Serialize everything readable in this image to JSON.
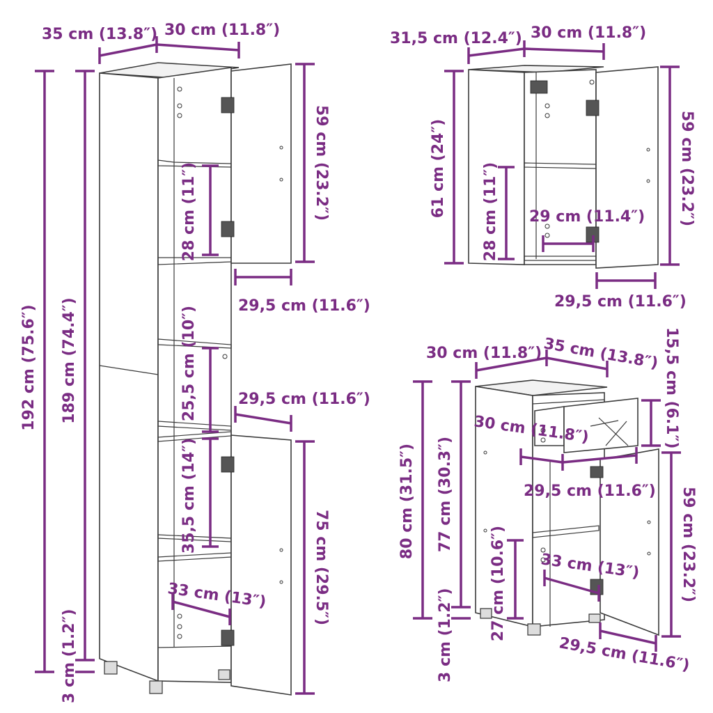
{
  "tall_cabinet": {
    "depth_label": "35 cm (13.8″)",
    "width_label": "30 cm (11.8″)",
    "total_height_label": "192 cm (75.6″)",
    "body_height_label": "189 cm (74.4″)",
    "leg_height_label": "3 cm (1.2″)",
    "upper_door_height_label": "59 cm (23.2″)",
    "upper_door_width_label": "29,5 cm (11.6″)",
    "upper_shelf_gap_label": "28 cm (11″)",
    "middle_gap_label": "25,5 cm (10″)",
    "middle_door_width_label": "29,5 cm (11.6″)",
    "lower_gap_label": "35,5 cm (14″)",
    "lower_door_height_label": "75 cm (29.5″)",
    "inner_width_label": "33 cm (13″)"
  },
  "wall_cabinet": {
    "depth_label": "31,5 cm (12.4″)",
    "width_label": "30 cm (11.8″)",
    "height_label": "61 cm (24″)",
    "shelf_gap_label": "28 cm (11″)",
    "inner_width_label": "29 cm (11.4″)",
    "door_height_label": "59 cm (23.2″)",
    "door_width_label": "29,5 cm (11.6″)"
  },
  "drawer_cabinet": {
    "width_label": "30 cm (11.8″)",
    "depth_label": "35 cm (13.8″)",
    "drawer_height_label": "15,5 cm (6.1″)",
    "drawer_width_label": "30 cm (11.8″)",
    "drawer_front_width_label": "29,5 cm (11.6″)",
    "total_height_label": "80 cm (31.5″)",
    "body_height_label": "77 cm (30.3″)",
    "shelf_gap_label": "27 cm (10.6″)",
    "inner_width_label": "33 cm (13″)",
    "door_height_label": "59 cm (23.2″)",
    "door_width_label": "29,5 cm (11.6″)",
    "leg_height_label": "3 cm (1.2″)"
  },
  "colors": {
    "dimension": "#7a2c83",
    "outline": "#3a3a3a"
  }
}
